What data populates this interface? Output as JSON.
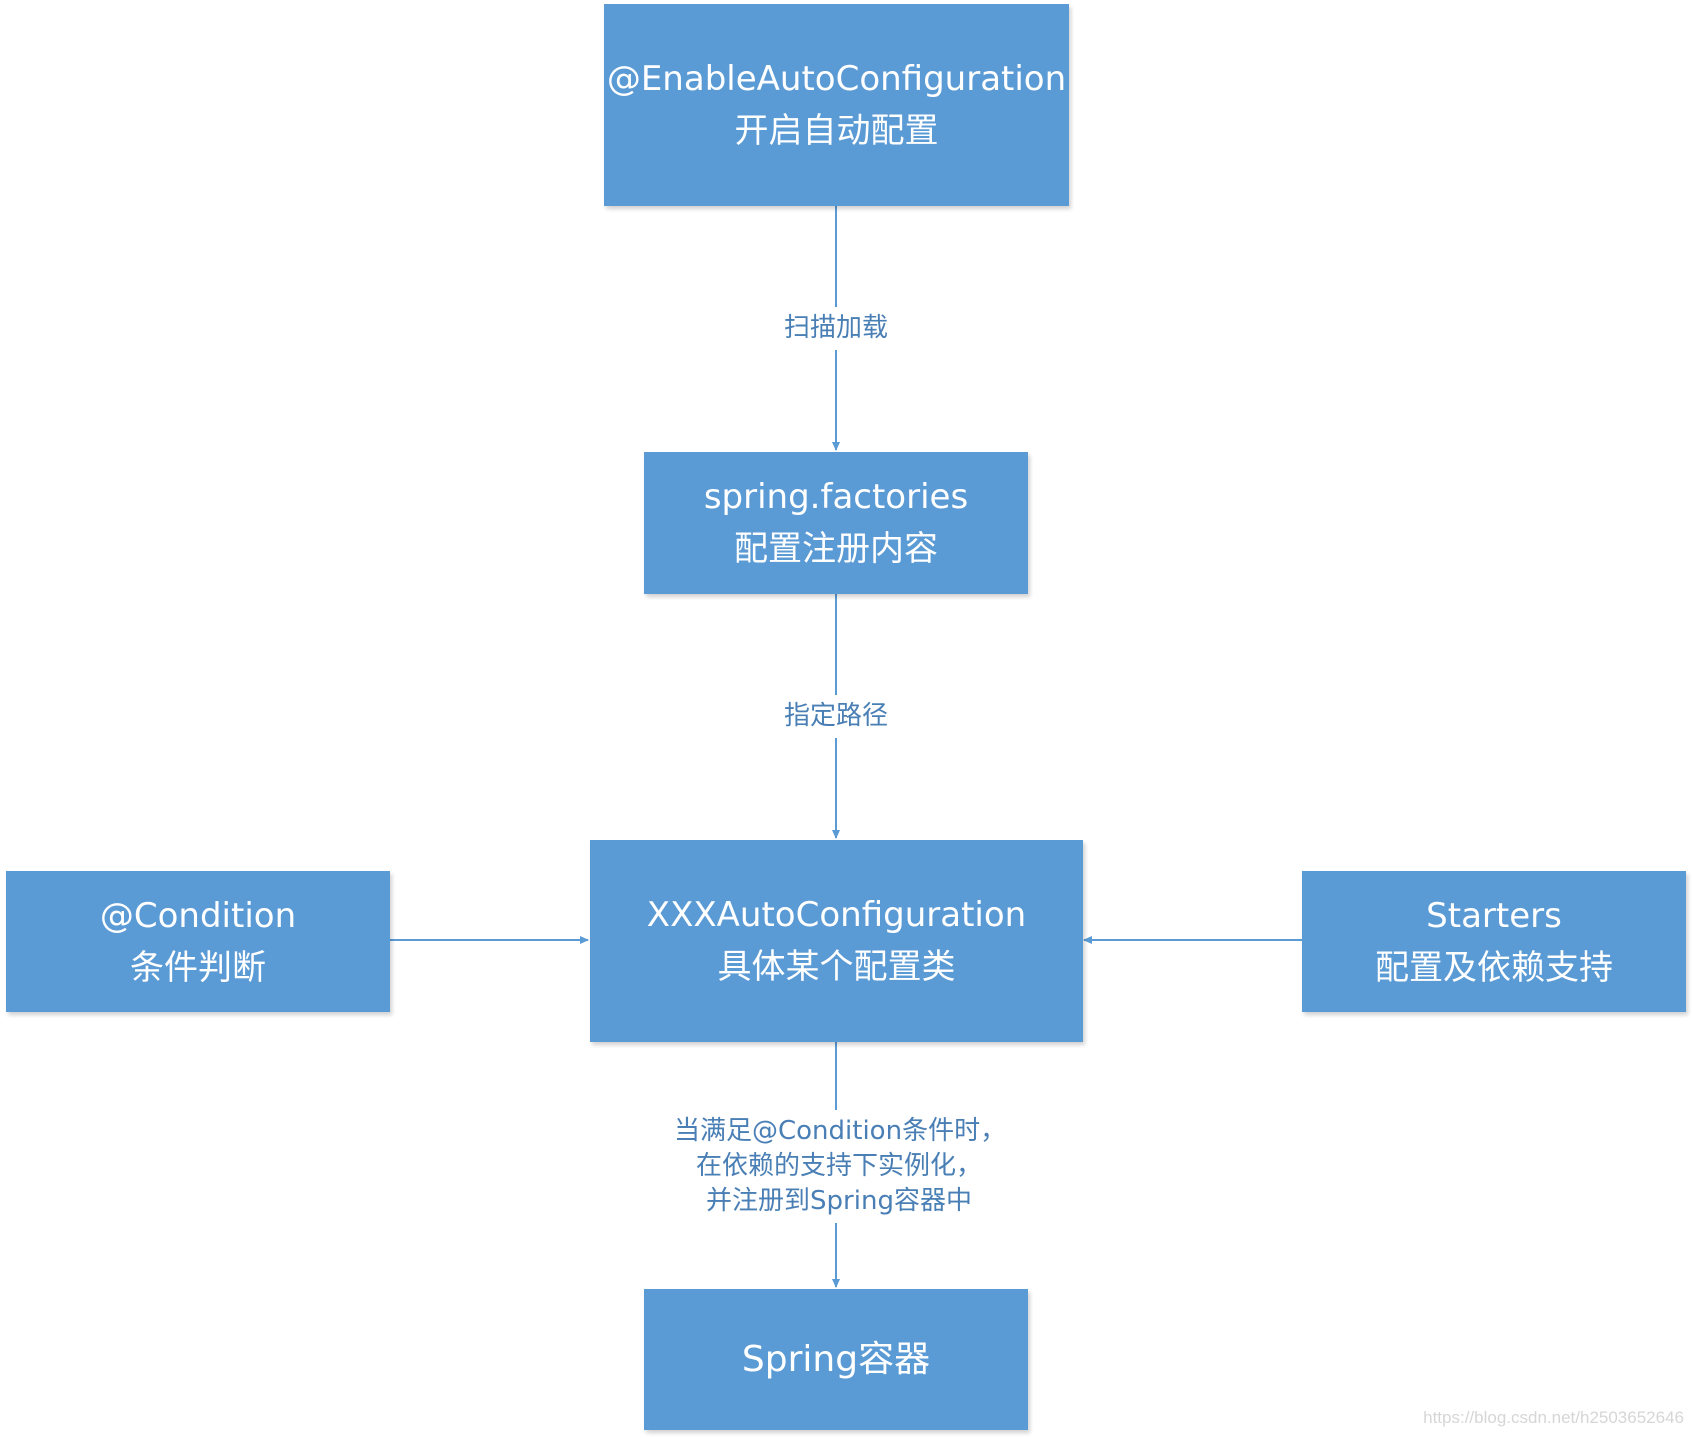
{
  "diagram": {
    "nodes": {
      "enable_auto_config": {
        "line1": "@EnableAutoConfiguration",
        "line2": "开启自动配置"
      },
      "spring_factories": {
        "line1": "spring.factories",
        "line2": "配置注册内容"
      },
      "xxx_auto_config": {
        "line1": "XXXAutoConfiguration",
        "line2": "具体某个配置类"
      },
      "condition": {
        "line1": "@Condition",
        "line2": "条件判断"
      },
      "starters": {
        "line1": "Starters",
        "line2": "配置及依赖支持"
      },
      "spring_container": {
        "line1": "Spring容器"
      }
    },
    "edges": {
      "scan_load": "扫描加载",
      "specify_path": "指定路径",
      "register": [
        "当满足@Condition条件时，",
        "在依赖的支持下实例化，",
        "并注册到Spring容器中"
      ]
    },
    "colors": {
      "node_fill": "#5b9bd5",
      "node_text": "#ffffff",
      "connector": "#5b9bd5",
      "edge_label_text": "#4a7fb5"
    }
  },
  "watermark": "https://blog.csdn.net/h2503652646"
}
